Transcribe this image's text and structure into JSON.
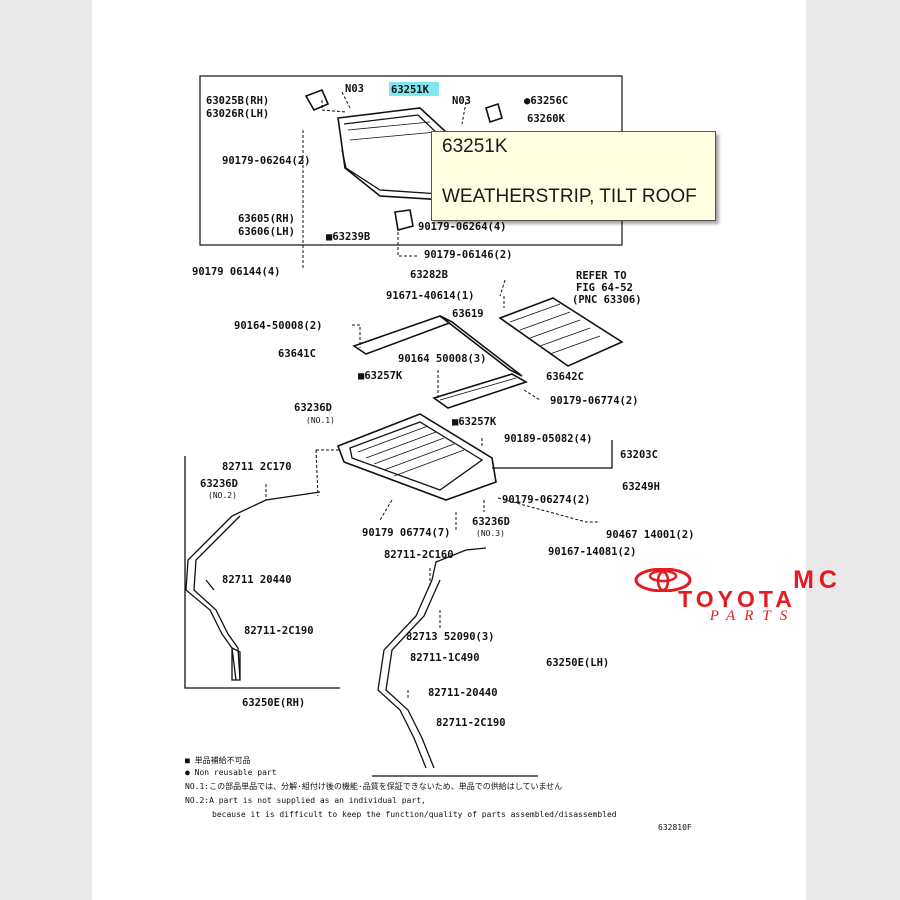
{
  "tooltip": {
    "part_number": "63251K",
    "part_name": "WEATHERSTRIP, TILT ROOF"
  },
  "logo": {
    "line1": "MC",
    "line2": "TOYOTA",
    "line3": "PARTS",
    "emblem": "toyota-emblem-icon",
    "color": "#e31b23"
  },
  "highlight_color": "#7fe6f2",
  "labels": {
    "p_63025b": "63025B(RH)",
    "p_63026r": "63026R(LH)",
    "p_n03a": "N03",
    "p_63251k": "63251K",
    "p_n03b": "N03",
    "p_63256c": "●63256C",
    "p_63260k": "63260K",
    "p_90179a": "90179-06264(2)",
    "p_63605": "63605(RH)",
    "p_63606": "63606(LH)",
    "p_63239b": "■63239B",
    "p_90179b": "90179-06264(4)",
    "p_90179c": "90179-06146(2)",
    "p_90179d": "90179 06144(4)",
    "p_63282b": "63282B",
    "p_refer1": "REFER TO",
    "p_refer2": "FIG 64-52",
    "p_refer3": "(PNC 63306)",
    "p_91671": "91671-40614(1)",
    "p_90164a": "90164-50008(2)",
    "p_63619": "63619",
    "p_63641c": "63641C",
    "p_90164b": "90164 50008(3)",
    "p_63257ka": "■63257K",
    "p_63642c": "63642C",
    "p_90179e": "90179-06774(2)",
    "p_63236da": "63236D",
    "p_no1": "(NO.1)",
    "p_63257kb": "■63257K",
    "p_90189": "90189-05082(4)",
    "p_63203c": "63203C",
    "p_82711a": "82711 2C170",
    "p_63236db": "63236D",
    "p_no2": "(NO.2)",
    "p_63249h": "63249H",
    "p_90179f": "90179-06274(2)",
    "p_90179g": "90179 06774(7)",
    "p_63236dc": "63236D",
    "p_no3": "(NO.3)",
    "p_90467": "90467 14001(2)",
    "p_90167": "90167-14081(2)",
    "p_82711b": "82711-2C160",
    "p_82711c": "82711 20440",
    "p_82711d": "82711-2C190",
    "p_82713": "82713 52090(3)",
    "p_82711e": "82711-1C490",
    "p_63250e_lh": "63250E(LH)",
    "p_82711f": "82711-20440",
    "p_82711g": "82711-2C190",
    "p_63250e_rh": "63250E(RH)",
    "note1": "■ 単品補給不可品",
    "note2": "● Non reusable part",
    "note3": "NO.1:この部品単品では、分解·組付け後の機能·品質を保証できないため、単品での供給はしていません",
    "note4": "NO.2:A part is not supplied as an individual part,",
    "note5": "because it is difficult to keep the function/quality of parts assembled/disassembled",
    "fig_code": "632810F"
  }
}
